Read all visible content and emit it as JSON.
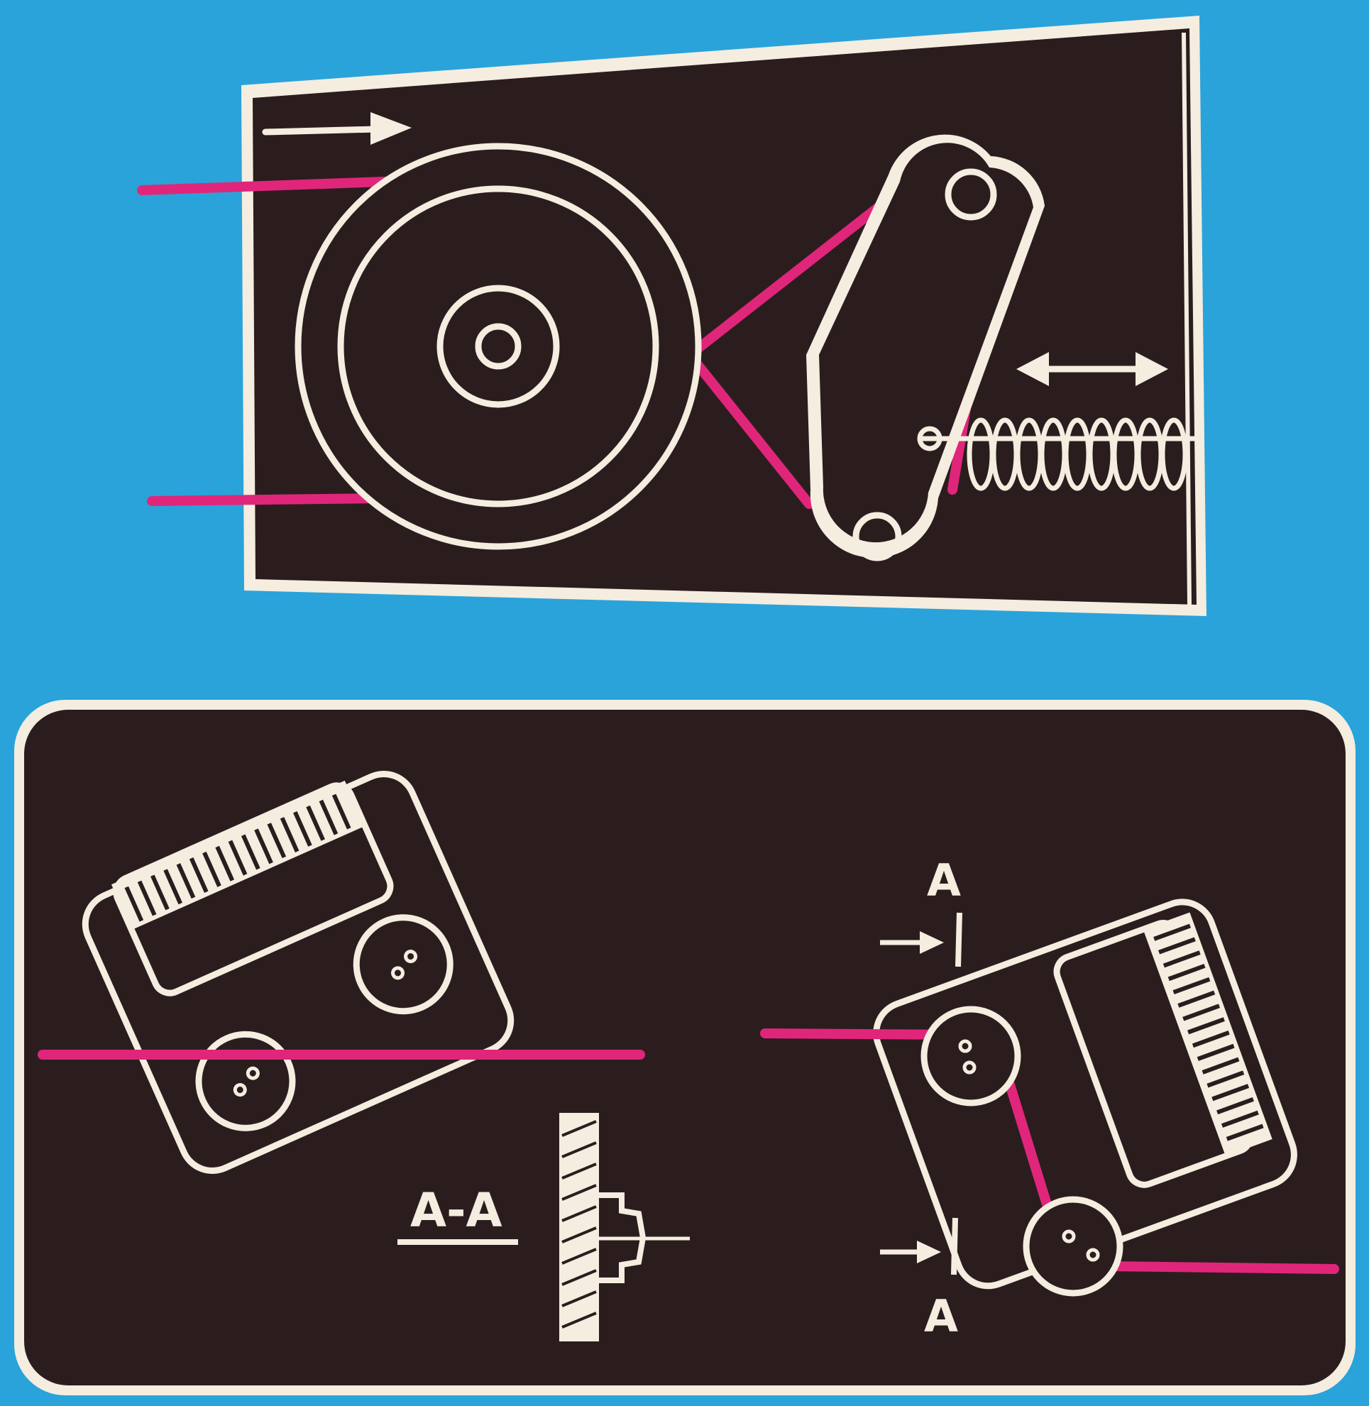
{
  "colors": {
    "background": "#2aa3da",
    "panel": "#2b1d1e",
    "line": "#f4ede0",
    "tape": "#e0267a"
  },
  "labels": {
    "section_top": "A",
    "section_bottom": "A",
    "section_view": "A-A"
  },
  "icons": {
    "motion_arrow": "arrow-right-icon",
    "adjust_arrow": "double-arrow-icon"
  }
}
